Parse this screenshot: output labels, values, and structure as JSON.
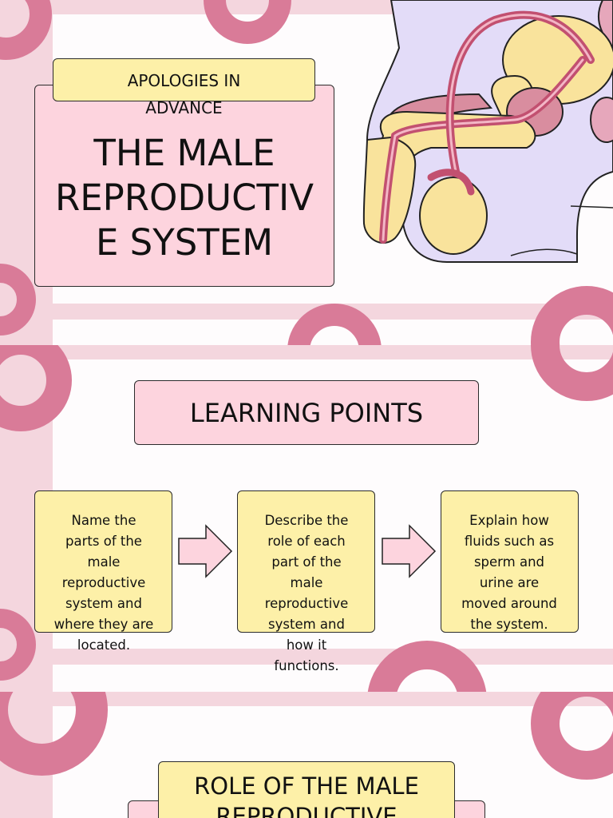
{
  "slide1": {
    "banner_label": "APOLOGIES IN ADVANCE",
    "title": "THE MALE REPRODUCTIVE SYSTEM",
    "title_lines": [
      "THE MALE",
      "REPRODUCTIV",
      "E SYSTEM"
    ],
    "banner_lines": [
      "APOLOGIES IN",
      "ADVANCE"
    ]
  },
  "slide2": {
    "heading": "LEARNING POINTS",
    "points": [
      {
        "lines": [
          "Name the",
          "parts of the",
          "male",
          "reproductive",
          "system and",
          "where they are",
          "located."
        ]
      },
      {
        "lines": [
          "Describe the",
          "role of each",
          "part of the",
          "male",
          "reproductive",
          "system and",
          "how it",
          "functions."
        ]
      },
      {
        "lines": [
          "Explain how",
          "fluids such as",
          "sperm and",
          "urine are",
          "moved around",
          "the  system."
        ]
      }
    ]
  },
  "slide3": {
    "heading_lines": [
      "ROLE OF THE MALE",
      "REPRODUCTIVE"
    ]
  },
  "colors": {
    "pink_box": "#fdd4de",
    "yellow_box": "#fdf0a8",
    "ring": "#d97b98",
    "stripe": "#f4d6de"
  },
  "icons": [
    "right-arrow-icon",
    "anatomy-illustration"
  ]
}
